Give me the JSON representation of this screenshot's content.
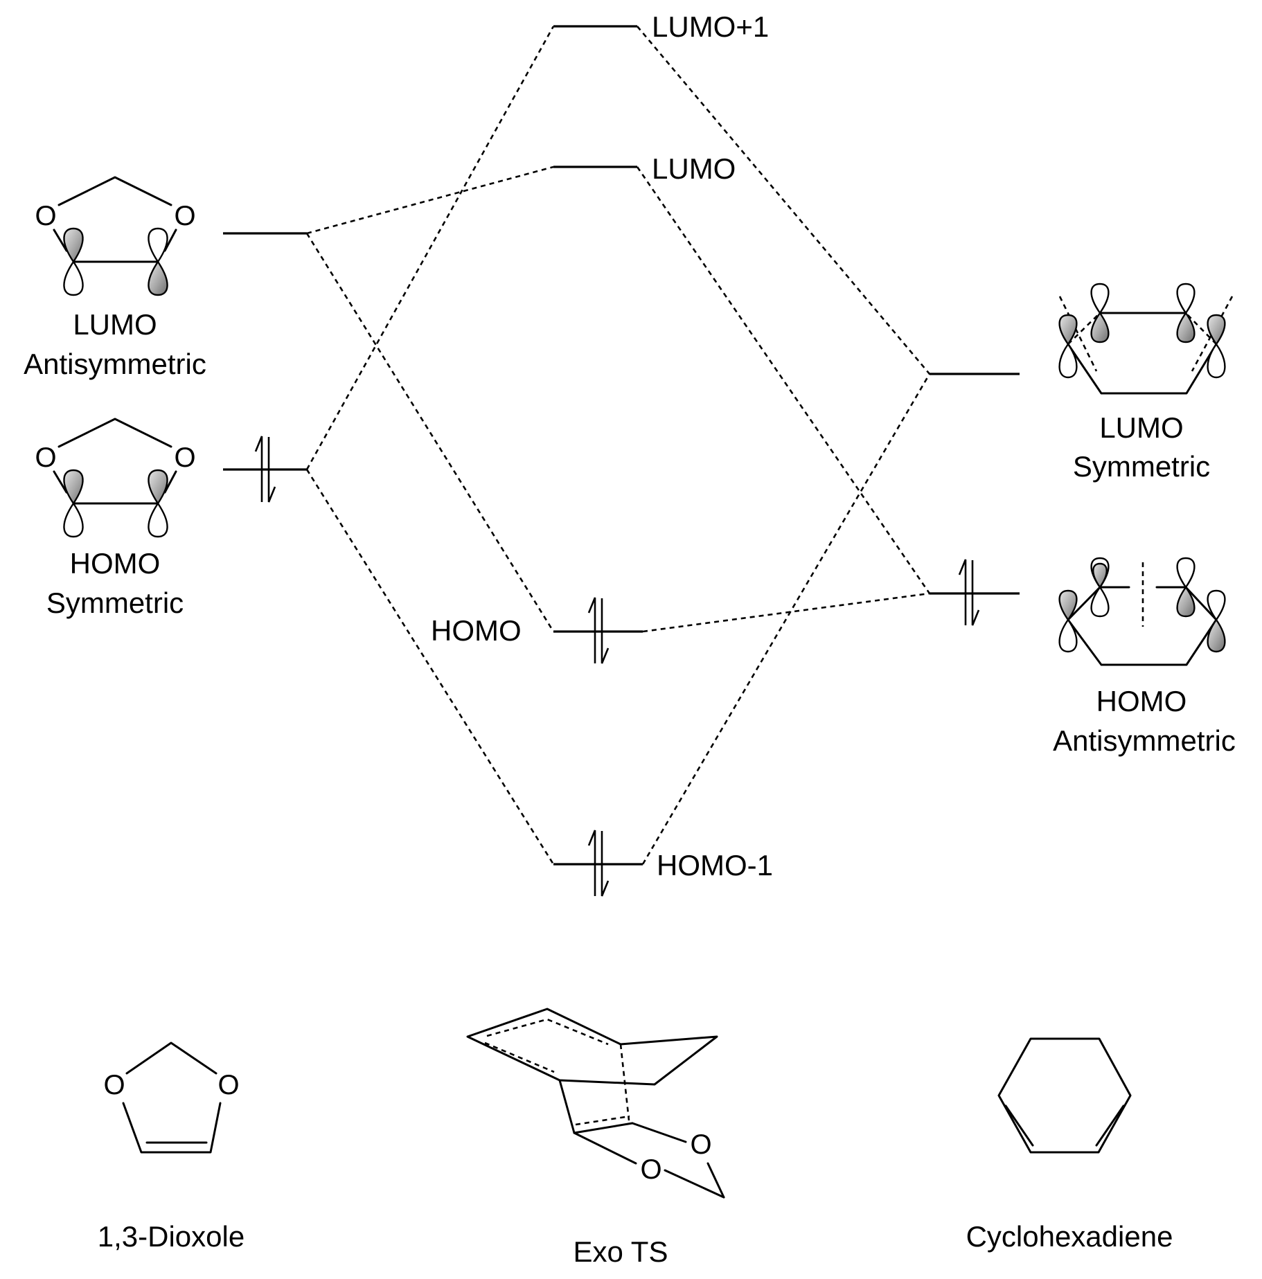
{
  "labels": {
    "lumo_plus_1": "LUMO+1",
    "lumo": "LUMO",
    "homo": "HOMO",
    "homo_minus_1": "HOMO-1",
    "dioxole_lumo_title": "LUMO",
    "dioxole_lumo_sym": "Antisymmetric",
    "dioxole_homo_title": "HOMO",
    "dioxole_homo_sym": "Symmetric",
    "diene_lumo_title": "LUMO",
    "diene_lumo_sym": "Symmetric",
    "diene_homo_title": "HOMO",
    "diene_homo_sym": "Antisymmetric",
    "atom_o": "O",
    "mol_dioxole": "1,3-Dioxole",
    "mol_ts": "Exo TS",
    "mol_diene": "Cyclohexadiene"
  },
  "orbital_fills": {
    "shaded": "#a8a8a8",
    "shaded_light": "#e6e6e6",
    "open": "#ffffff"
  }
}
